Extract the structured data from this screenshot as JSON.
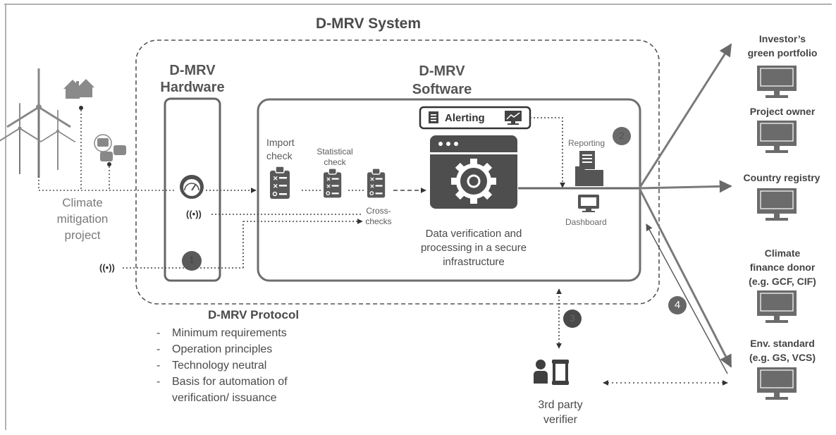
{
  "title": "D-MRV System",
  "hardware": {
    "title_line1": "D-MRV",
    "title_line2": "Hardware",
    "step": "1"
  },
  "software": {
    "title_line1": "D-MRV",
    "title_line2": "Software"
  },
  "alerting": {
    "label": "Alerting"
  },
  "checks": {
    "import_line1": "Import",
    "import_line2": "check",
    "statistical_line1": "Statistical",
    "statistical_line2": "check",
    "cross_line1": "Cross-",
    "cross_line2": "checks"
  },
  "processing": {
    "line1": "Data verification and",
    "line2": "processing in a secure",
    "line3": "infrastructure"
  },
  "reporting": {
    "label": "Reporting",
    "step": "2"
  },
  "dashboard": {
    "label": "Dashboard"
  },
  "project": {
    "line1": "Climate",
    "line2": "mitigation",
    "line3": "project"
  },
  "protocol": {
    "title": "D-MRV Protocol",
    "items": [
      "Minimum requirements",
      "Operation principles",
      "Technology neutral",
      "Basis for automation of",
      "verification/ issuance"
    ],
    "bullet": "-"
  },
  "verifier": {
    "line1": "3rd party",
    "line2": "verifier",
    "step": "3"
  },
  "step4": "4",
  "stakeholders": {
    "investor_line1": "Investor’s",
    "investor_line2": "green portfolio",
    "owner": "Project owner",
    "registry": "Country registry",
    "donor_line1": "Climate",
    "donor_line2": "finance donor",
    "donor_line3": "(e.g. GCF, CIF)",
    "env_line1": "Env. standard",
    "env_line2": "(e.g. GS, VCS)"
  },
  "colors": {
    "main": "#666666",
    "dark": "#3d3d3d",
    "light": "#8a8a8a",
    "text": "#4d4d4d"
  }
}
